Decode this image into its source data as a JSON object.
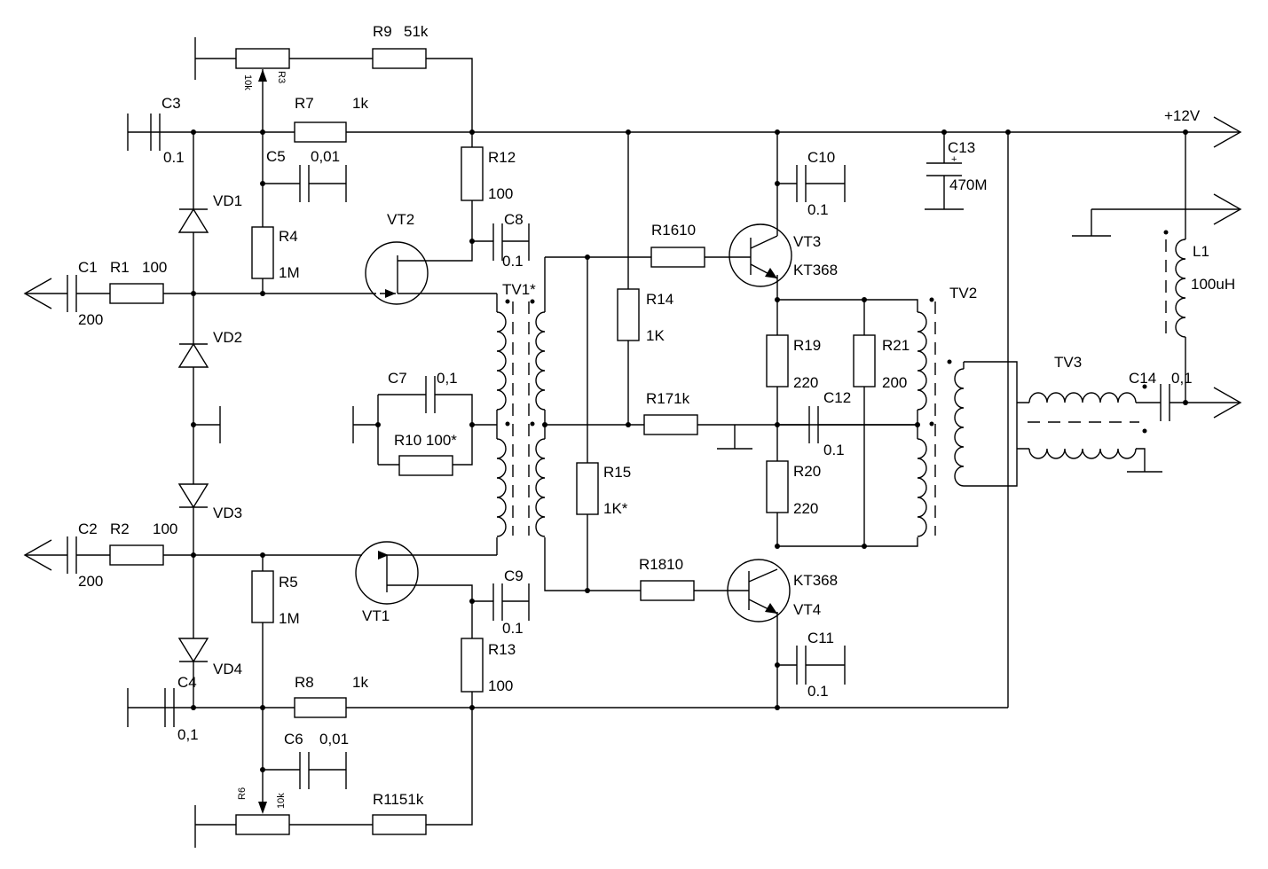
{
  "labels": {
    "R9": "R9",
    "R9_val": "51k",
    "R3_val": "10k",
    "R3": "R3",
    "C3": "C3",
    "C3_val": "0.1",
    "R7": "R7",
    "R7_val": "1k",
    "C5": "C5",
    "C5_val": "0,01",
    "R12": "R12",
    "R12_val": "100",
    "VD1": "VD1",
    "R4": "R4",
    "R4_val": "1M",
    "VT2": "VT2",
    "C8": "C8",
    "C8_val": "0.1",
    "C1": "C1",
    "C1_val": "200",
    "R1": "R1",
    "R1_val": "100",
    "TV1": "TV1*",
    "VD2": "VD2",
    "C7": "C7",
    "C7_val": "0,1",
    "R10": "R10 100*",
    "VD3": "VD3",
    "C2": "C2",
    "C2_val": "200",
    "R2": "R2",
    "R2_val": "100",
    "R5": "R5",
    "R5_val": "1M",
    "VT1": "VT1",
    "C9": "C9",
    "C9_val": "0.1",
    "R13": "R13",
    "R13_val": "100",
    "VD4": "VD4",
    "C4": "C4",
    "C4_val": "0,1",
    "R8": "R8",
    "R8_val": "1k",
    "C6": "C6",
    "C6_val": "0,01",
    "R6": "R6",
    "R6_val": "10k",
    "R11": "R1151k",
    "R16": "R1610",
    "R14": "R14",
    "R14_val": "1K",
    "R17": "R171k",
    "R15": "R15",
    "R15_val": "1K*",
    "R18": "R1810",
    "VT3": "VT3",
    "VT3_type": "KT368",
    "VT4": "VT4",
    "VT4_type": "KT368",
    "C10": "C10",
    "C10_val": "0.1",
    "C11": "C11",
    "C11_val": "0.1",
    "C12": "C12",
    "C12_val": "0.1",
    "R19": "R19",
    "R19_val": "220",
    "R20": "R20",
    "R20_val": "220",
    "R21": "R21",
    "R21_val": "200",
    "TV2": "TV2",
    "C13": "C13",
    "C13_val": "470M",
    "plus12V": "+12V",
    "L1": "L1",
    "L1_val": "100uH",
    "TV3": "TV3",
    "C14": "C14",
    "C14_val": "0,1"
  }
}
